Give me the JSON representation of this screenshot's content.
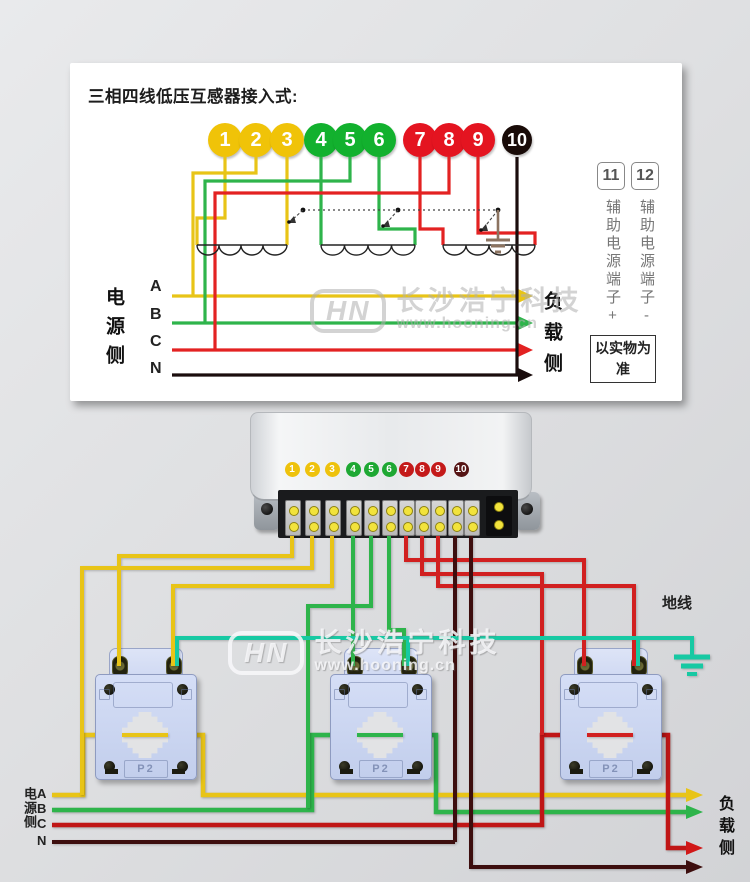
{
  "panel": {
    "title": "三相四线低压互感器接入式:",
    "source": {
      "label": "电源侧",
      "phases": [
        "A",
        "B",
        "C",
        "N"
      ]
    },
    "load": {
      "label": "负载侧"
    },
    "note": "以实物为准",
    "aux_terminals": [
      {
        "num": "11",
        "label": "辅助电源端子+"
      },
      {
        "num": "12",
        "label": "辅助电源端子-"
      }
    ],
    "terminals": [
      {
        "n": "1",
        "color": "#f0c308"
      },
      {
        "n": "2",
        "color": "#f0c308"
      },
      {
        "n": "3",
        "color": "#f0c308"
      },
      {
        "n": "4",
        "color": "#12b12e"
      },
      {
        "n": "5",
        "color": "#12b12e"
      },
      {
        "n": "6",
        "color": "#12b12e"
      },
      {
        "n": "7",
        "color": "#e41420"
      },
      {
        "n": "8",
        "color": "#e41420"
      },
      {
        "n": "9",
        "color": "#e41420"
      },
      {
        "n": "10",
        "color": "#190b08"
      }
    ]
  },
  "meter": {
    "dots": [
      {
        "n": "1",
        "color": "#eec20c"
      },
      {
        "n": "2",
        "color": "#eec20c"
      },
      {
        "n": "3",
        "color": "#eec20c"
      },
      {
        "n": "4",
        "color": "#1ea833"
      },
      {
        "n": "5",
        "color": "#1ea833"
      },
      {
        "n": "6",
        "color": "#1ea833"
      },
      {
        "n": "7",
        "color": "#c41a1a"
      },
      {
        "n": "8",
        "color": "#c41a1a"
      },
      {
        "n": "9",
        "color": "#c41a1a"
      },
      {
        "n": "10",
        "color": "#551414"
      }
    ]
  },
  "ct": {
    "label": "P2"
  },
  "bottom": {
    "source": {
      "label": "电源侧",
      "phases": [
        "A",
        "B",
        "C",
        "N"
      ]
    },
    "load": {
      "label": "负载侧"
    },
    "ground": {
      "label": "地线"
    }
  },
  "watermark": {
    "logo": "HN",
    "brand": "长沙浩宁科技",
    "url": "www.hooning.cn"
  },
  "colors": {
    "phase_a": "#e8c417",
    "phase_b": "#2eb44b",
    "phase_c": "#cc1d1d",
    "neutral": "#3d0e0e",
    "ground_wire": "#17c9a3"
  }
}
